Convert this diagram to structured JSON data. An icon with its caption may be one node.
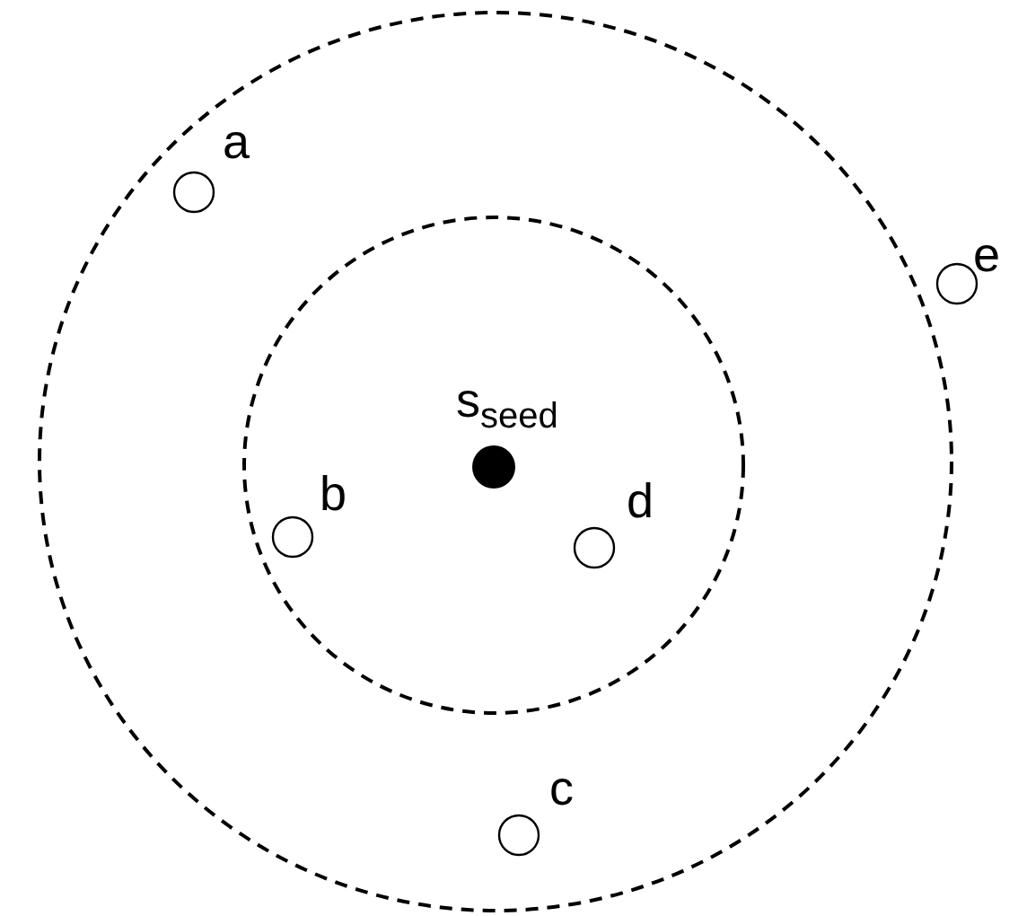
{
  "diagram": {
    "nodes": [
      {
        "text": [],
        "shape": "circle"
      },
      {
        "text": [],
        "shape": "circle",
        "in": 0
      },
      {
        "text": [],
        "shape": "circle",
        "in": 0,
        "beside": [
          "a"
        ]
      },
      {
        "text": [],
        "shape": "circle",
        "beside": [
          "e"
        ]
      },
      {
        "text": [],
        "shape": "dot",
        "in": 1,
        "beside": [
          "s$_{seed}$"
        ]
      },
      {
        "text": [],
        "shape": "circle",
        "in": 1,
        "beside": [
          "b"
        ]
      },
      {
        "text": [],
        "shape": "circle",
        "in": 1,
        "beside": [
          "d"
        ]
      },
      {
        "text": [],
        "shape": "circle",
        "in": 0,
        "beside": [
          "c"
        ]
      }
    ]
  }
}
